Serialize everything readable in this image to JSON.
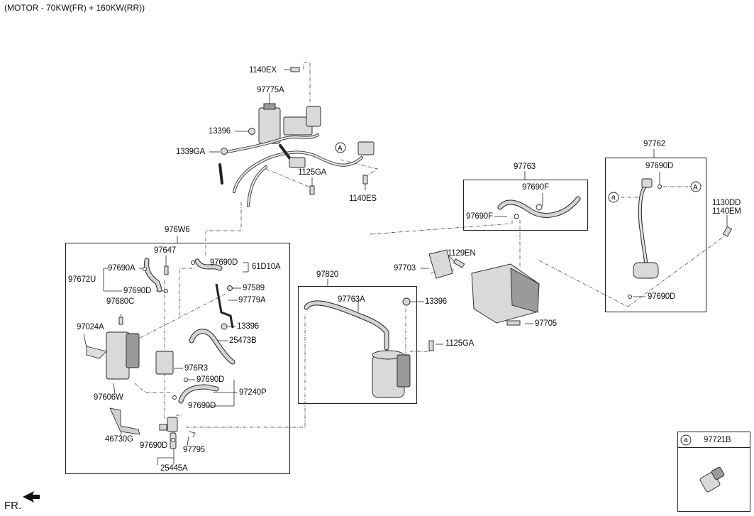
{
  "header": {
    "title": "(MOTOR - 70KW(FR) + 160KW(RR))"
  },
  "footer": {
    "direction_label": "FR."
  },
  "callouts": {
    "a_symbol": "a",
    "A_symbol": "A"
  },
  "labels": {
    "l1140EX": "1140EX",
    "l97775A": "97775A",
    "l13396_top": "13396",
    "l1339GA": "1339GA",
    "l1125GA_top": "1125GA",
    "l1140ES": "1140ES",
    "l976W6": "976W6",
    "l97647": "97647",
    "l97690A": "97690A",
    "l97672U": "97672U",
    "l97690D_left1": "97690D",
    "l97690D_left2": "97690D",
    "l61D10A": "61D10A",
    "l97589": "97589",
    "l97779A": "97779A",
    "l97680C": "97680C",
    "l13396_mid": "13396",
    "l97024A": "97024A",
    "l25473B": "25473B",
    "l976R3": "976R3",
    "l97690D_mid1": "97690D",
    "l97240P": "97240P",
    "l97606W": "97606W",
    "l97690D_mid2": "97690D",
    "l46730G": "46730G",
    "l97690D_bot": "97690D",
    "l97795": "97795",
    "l25445A": "25445A",
    "l97820": "97820",
    "l97763A": "97763A",
    "l13396_right": "13396",
    "l1125GA_right": "1125GA",
    "l97763": "97763",
    "l97690F_1": "97690F",
    "l97690F_2": "97690F",
    "l1129EN": "1129EN",
    "l97703": "97703",
    "l97705": "97705",
    "l97762": "97762",
    "l97690D_r1": "97690D",
    "l97690D_r2": "97690D",
    "l1130DD": "1130DD",
    "l1140EM": "1140EM",
    "l97721B": "97721B"
  }
}
